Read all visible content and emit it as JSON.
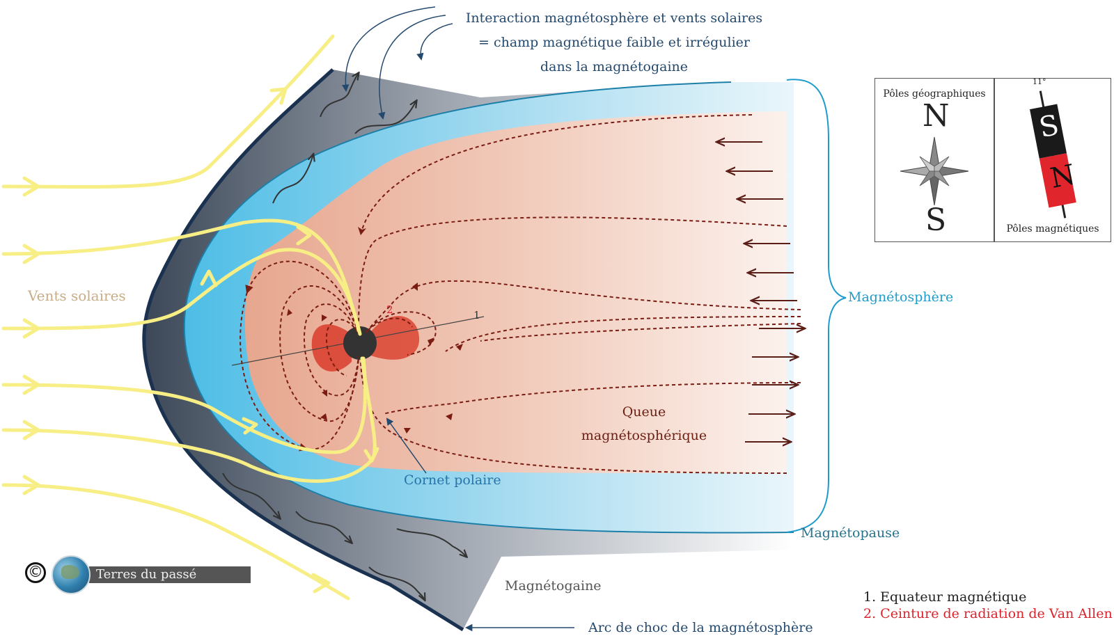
{
  "labels": {
    "interaction_line1": "Interaction magnétosphère et vents solaires",
    "interaction_line2": "= champ magnétique faible et irrégulier",
    "interaction_line3": "dans la magnétogaine",
    "vents_solaires": "Vents solaires",
    "magnetosphere": "Magnétosphère",
    "magnetopause": "Magnétopause",
    "queue_line1": "Queue",
    "queue_line2": "magnétosphérique",
    "cornet_polaire": "Cornet polaire",
    "magnetogaine": "Magnétogaine",
    "arc_de_choc": "Arc de choc de la magnétosphère",
    "marker_1": "1",
    "marker_2": "2"
  },
  "legend": {
    "geo_title": "Pôles géographiques",
    "geo_north": "N",
    "geo_south": "S",
    "mag_title": "Pôles magnétiques",
    "mag_angle": "11°",
    "mag_south": "S",
    "mag_north": "N"
  },
  "notes": {
    "note1": "1. Equateur magnétique",
    "note2": "2. Ceinture de radiation de Van Allen"
  },
  "logo": {
    "copyright": "©",
    "brand": "Terres du passé"
  },
  "colors": {
    "solar_wind": "#f7ee86",
    "field_lines": "#7a1c12",
    "magnetosphere": "#5bc3e6",
    "tail": "#f1b39a",
    "bow_shock": "#1a3150",
    "label_blue": "#1d9ccc",
    "label_navy": "#24496e",
    "label_tan": "#c8ad86",
    "label_red": "#d9232d"
  }
}
